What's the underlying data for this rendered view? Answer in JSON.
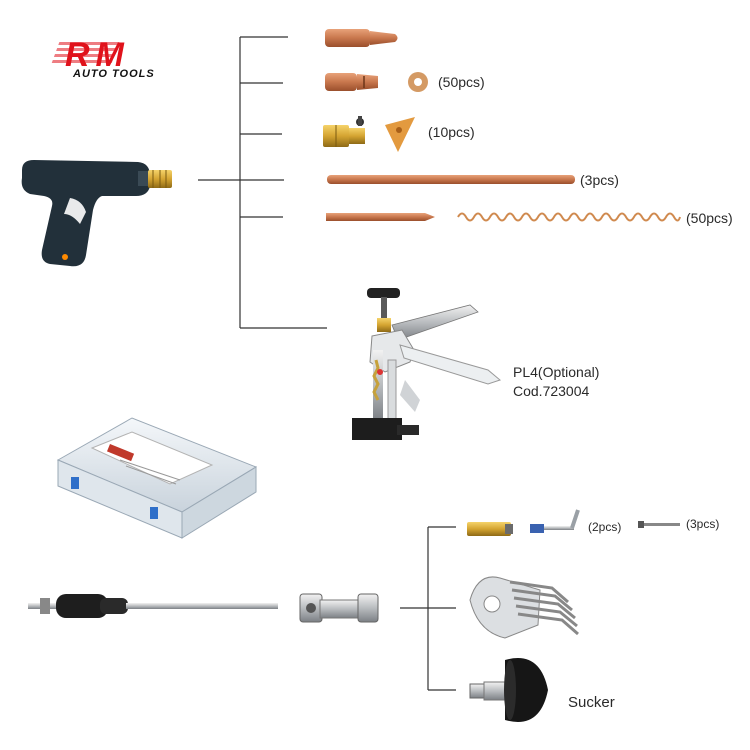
{
  "brand": {
    "logo_text": "RM",
    "logo_subtitle": "AUTO TOOLS",
    "logo_color": "#e0121b"
  },
  "labels": {
    "washers_qty": "(50pcs)",
    "triangle_qty": "(10pcs)",
    "rods_qty": "(3pcs)",
    "wire_qty": "(50pcs)",
    "puller_name": "PL4(Optional)",
    "puller_code": "Cod.723004",
    "hook_qty": "(2pcs)",
    "pin_qty": "(3pcs)",
    "sucker_label": "Sucker"
  },
  "colors": {
    "copper": "#c8774d",
    "copper_dark": "#a0522d",
    "line": "#333333",
    "gun_body": "#22303a",
    "brass": "#c9a13a"
  }
}
